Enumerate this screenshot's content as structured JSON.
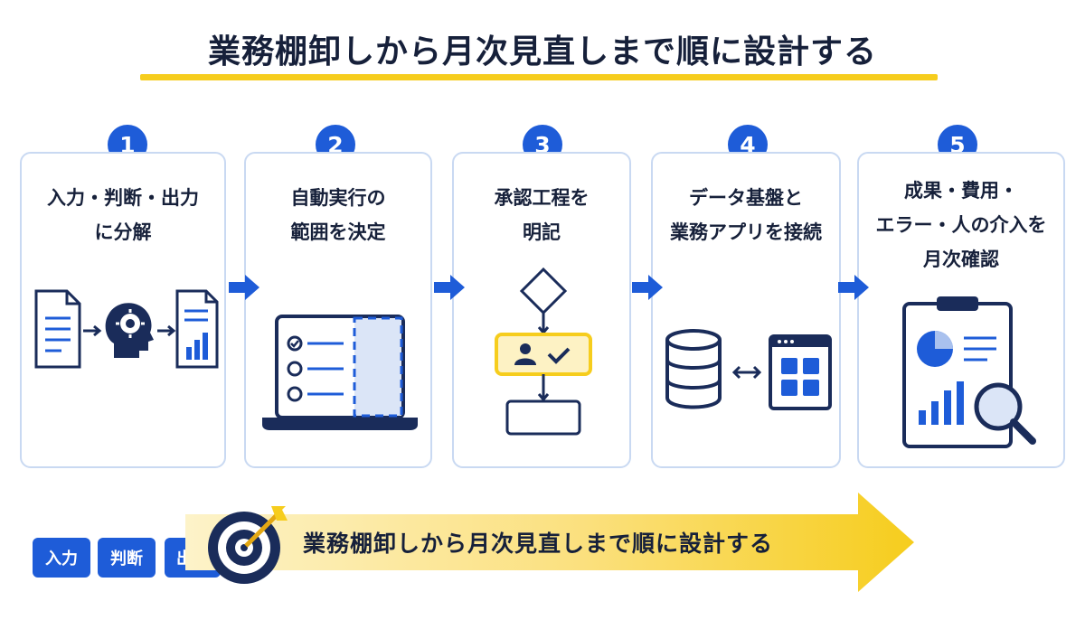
{
  "title": "業務棚卸しから月次見直しまで順に設計する",
  "steps": [
    {
      "number": "1",
      "lines": [
        "入力・判断・出力",
        "に分解"
      ],
      "pills": [
        "入力",
        "判断",
        "出力"
      ]
    },
    {
      "number": "2",
      "lines": [
        "自動実行の",
        "範囲を決定"
      ]
    },
    {
      "number": "3",
      "lines": [
        "承認工程を",
        "明記"
      ]
    },
    {
      "number": "4",
      "lines": [
        "データ基盤と",
        "業務アプリを接続"
      ]
    },
    {
      "number": "5",
      "lines": [
        "成果・費用・",
        "エラー・人の介入を",
        "月次確認"
      ]
    }
  ],
  "goal_banner": "業務棚卸しから月次見直しまで順に設計する",
  "colors": {
    "accent_blue": "#1e5cd8",
    "accent_yellow": "#f6cd1d",
    "navy": "#1a2c5a",
    "card_border": "#c9d9f2"
  },
  "icons": [
    "document-icon",
    "gear-head-icon",
    "report-chart-icon",
    "laptop-checklist-icon",
    "flowchart-approval-icon",
    "database-icon",
    "app-grid-icon",
    "clipboard-analytics-icon",
    "target-icon"
  ]
}
